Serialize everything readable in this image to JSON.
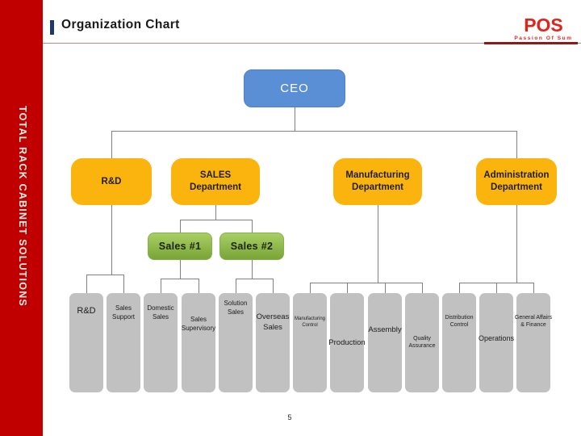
{
  "header": {
    "title": "Organization Chart"
  },
  "logo": {
    "text": "POS",
    "tagline": "Passion Of Sum"
  },
  "sidebar": {
    "text": "TOTAL RACK CABINET SOLUTIONS"
  },
  "footer": {
    "page_number": "5"
  },
  "colors": {
    "accent_red": "#C00000",
    "logo_red": "#E2231A",
    "ceo_blue": "#5B8FD5",
    "department_yellow": "#FBB40D",
    "sales_green": "#8CBE3F",
    "unit_gray": "#C1C1C1",
    "connector_gray": "#808080",
    "title_accent_navy": "#1F3864"
  },
  "chart": {
    "root": {
      "label": "CEO"
    },
    "level2": [
      {
        "label": "R&D"
      },
      {
        "label": "SALES\nDepartment"
      },
      {
        "label": "Manufacturing\nDepartment"
      },
      {
        "label": "Administration\nDepartment"
      }
    ],
    "level3": [
      {
        "label": "Sales #1"
      },
      {
        "label": "Sales #2"
      }
    ],
    "level4": [
      {
        "label": "R&D"
      },
      {
        "label": "Sales\nSupport"
      },
      {
        "label": "Domestic\nSales"
      },
      {
        "label": "Sales\nSupervisory"
      },
      {
        "label": "Solution\nSales"
      },
      {
        "label": "Overseas\nSales"
      },
      {
        "label": "Manufacturing\nControl"
      },
      {
        "label": "Production"
      },
      {
        "label": "Assembly"
      },
      {
        "label": "Quality\nAssurance"
      },
      {
        "label": "Distribution\nControl"
      },
      {
        "label": "Operations"
      },
      {
        "label": "General Affairs\n& Finance"
      }
    ]
  }
}
